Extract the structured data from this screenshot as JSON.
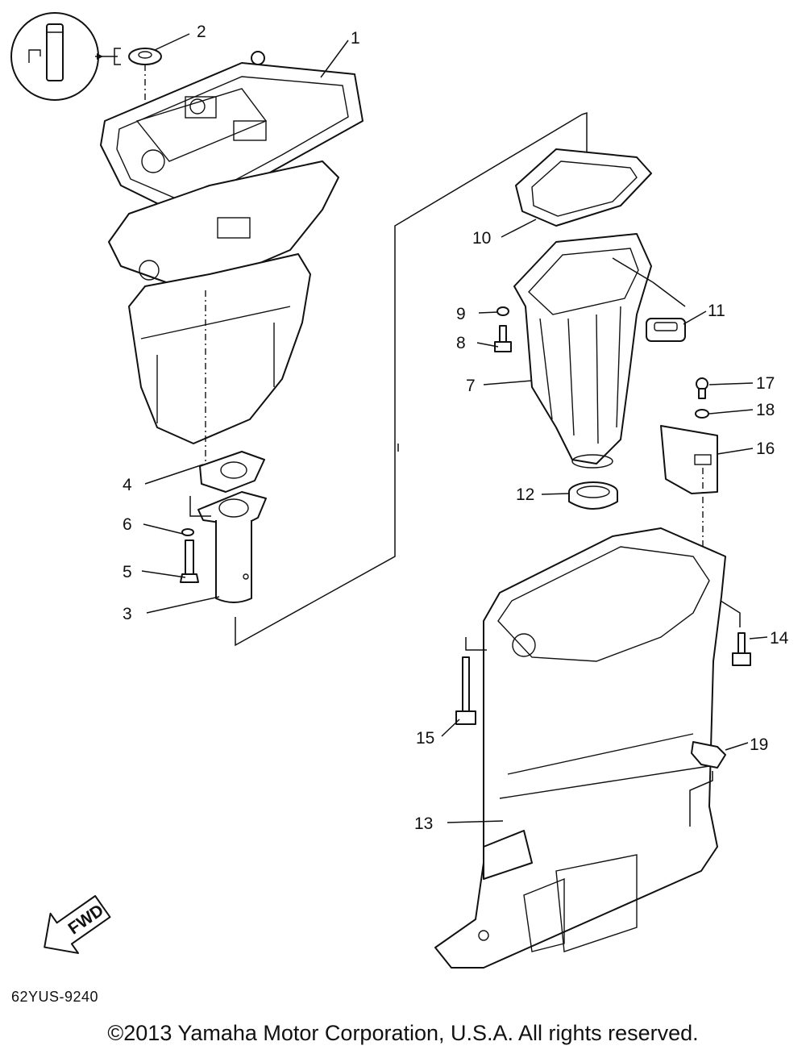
{
  "drawing_code": "62YUS-9240",
  "copyright": "©2013 Yamaha Motor Corporation, U.S.A. All rights reserved.",
  "fwd_label": "FWD",
  "callouts": [
    "1",
    "2",
    "3",
    "4",
    "5",
    "6",
    "7",
    "8",
    "9",
    "10",
    "11",
    "12",
    "13",
    "14",
    "15",
    "16",
    "17",
    "18",
    "19"
  ],
  "icons": {
    "inset": "dowel-pin-detail-icon",
    "fwd": "forward-direction-arrow-icon"
  },
  "colors": {
    "line": "#111111",
    "background": "#ffffff"
  }
}
